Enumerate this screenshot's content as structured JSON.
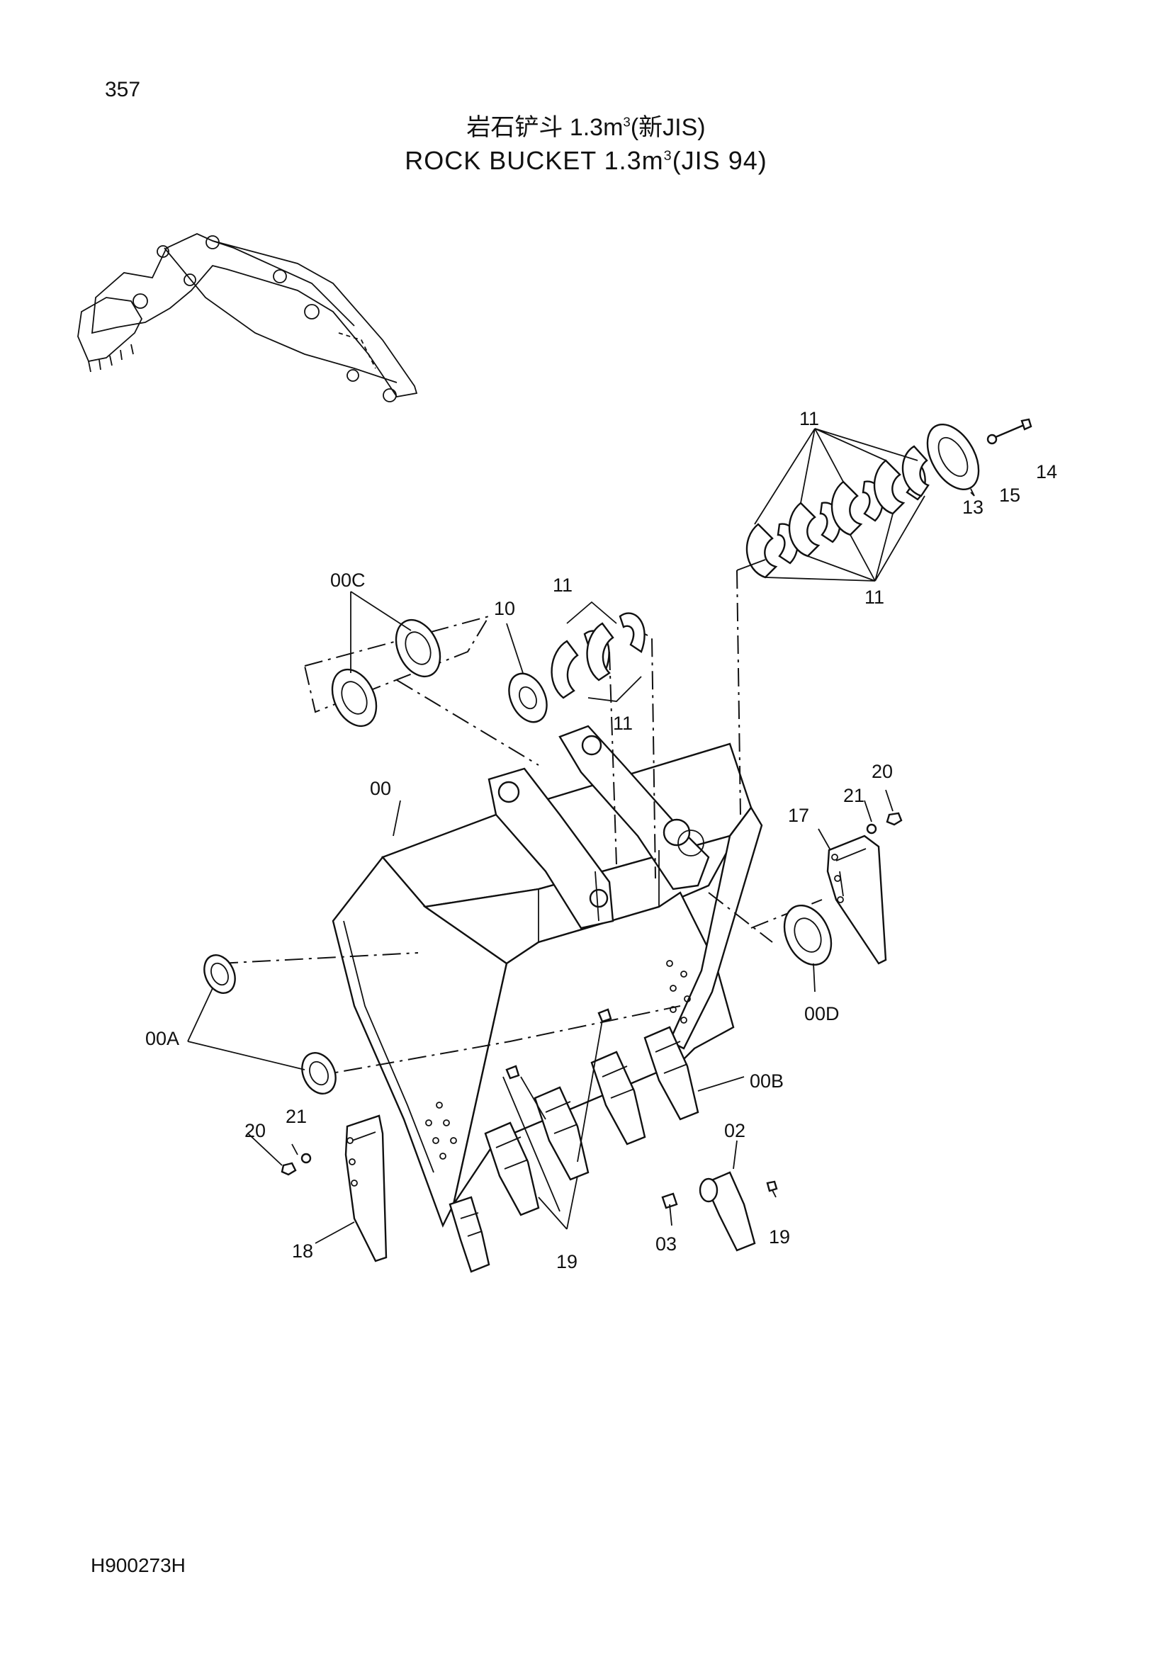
{
  "header": {
    "page_number": "357",
    "title_cn": "岩石铲斗 1.3m",
    "title_cn_sup": "3",
    "title_cn_suffix": "(新JIS)",
    "title_en": "ROCK  BUCKET  1.3m",
    "title_en_sup": "3",
    "title_en_suffix": "(JIS 94)"
  },
  "footer": {
    "doc_code": "H900273H"
  },
  "callouts": {
    "c11_top": "11",
    "c14": "14",
    "c13": "13",
    "c15": "15",
    "c11_right": "11",
    "c00C": "00C",
    "c11_mid": "11",
    "c10": "10",
    "c11_mid_low": "11",
    "c20_right": "20",
    "c21_right": "21",
    "c00": "00",
    "c17": "17",
    "c00D": "00D",
    "c00A": "00A",
    "c00B": "00B",
    "c02": "02",
    "c20_left": "20",
    "c21_left": "21",
    "c03": "03",
    "c19_right": "19",
    "c18": "18",
    "c19_center": "19"
  }
}
